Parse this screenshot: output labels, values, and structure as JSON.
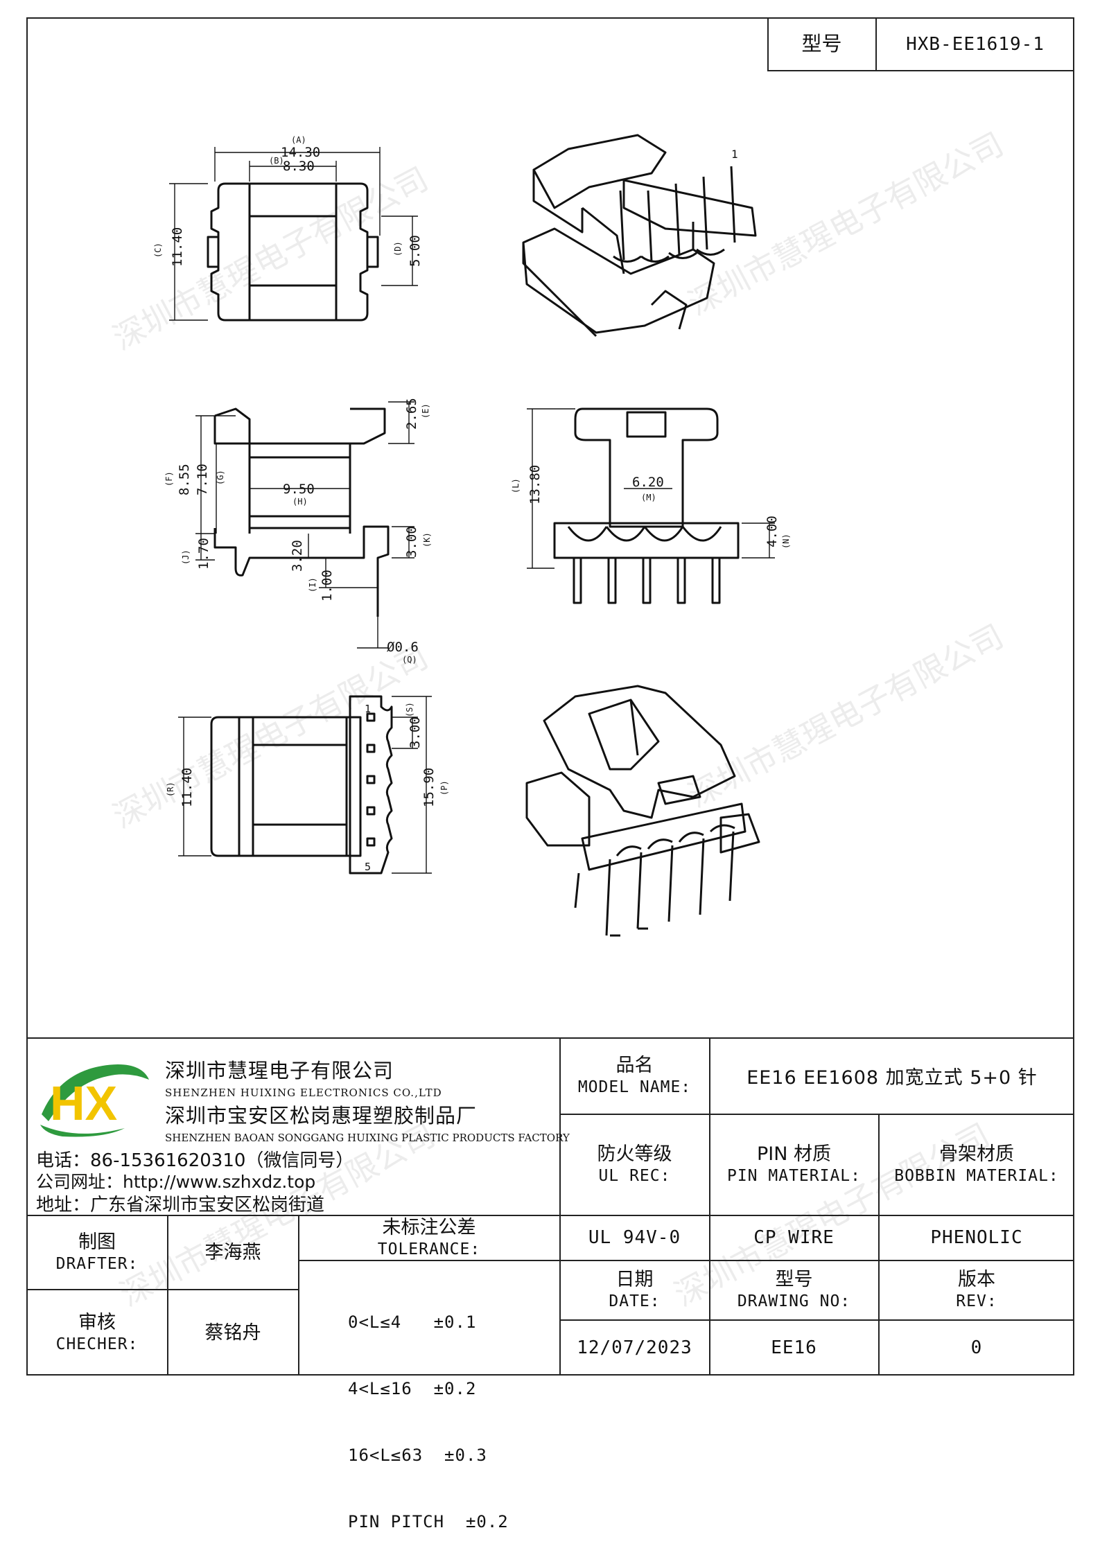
{
  "header": {
    "model_label": "型号",
    "model_value": "HXB-EE1619-1"
  },
  "watermark": "深圳市慧瑆电子有限公司",
  "drawing": {
    "top_view": {
      "dim_a": "14.30",
      "dim_a_tag": "(A)",
      "dim_b": "8.30",
      "dim_b_tag": "(B)",
      "dim_c": "11.40",
      "dim_c_tag": "(C)",
      "dim_d": "5.00",
      "dim_d_tag": "(D)"
    },
    "side_view": {
      "dim_e": "2.65",
      "dim_e_tag": "(E)",
      "dim_f": "8.55",
      "dim_f_tag": "(F)",
      "dim_g": "7.10",
      "dim_g_tag": "(G)",
      "dim_h": "9.50",
      "dim_h_tag": "(H)",
      "dim_j": "1.70",
      "dim_j_tag": "(J)",
      "dim_3_20": "3.20",
      "dim_k": "3.00",
      "dim_k_tag": "(K)",
      "dim_i": "1.00",
      "dim_i_tag": "(I)",
      "dim_q": "Ø0.6",
      "dim_q_tag": "(Q)"
    },
    "front_view": {
      "dim_l": "13.80",
      "dim_l_tag": "(L)",
      "dim_m": "6.20",
      "dim_m_tag": "(M)",
      "dim_n": "4.00",
      "dim_n_tag": "(N)"
    },
    "bottom_view": {
      "dim_r": "11.40",
      "dim_r_tag": "(R)",
      "dim_s": "3.00",
      "dim_s_tag": "(S)",
      "dim_p": "15.90",
      "dim_p_tag": "(P)",
      "pin_first": "1",
      "pin_last": "5"
    },
    "iso_pin_label": "1"
  },
  "company": {
    "name_cn": "深圳市慧瑆电子有限公司",
    "name_en": "SHENZHEN HUIXING ELECTRONICS CO.,LTD",
    "factory_cn": "深圳市宝安区松岗惠瑆塑胶制品厂",
    "factory_en": "SHENZHEN BAOAN SONGGANG HUIXING PLASTIC PRODUCTS FACTORY",
    "phone": "电话：86-15361620310（微信同号）",
    "website": "公司网址：http://www.szhxdz.top",
    "address": "地址：广东省深圳市宝安区松岗街道",
    "logo_text": "HX",
    "colors": {
      "logo_green": "#2e9a3e",
      "logo_yellow": "#f2c400"
    }
  },
  "table": {
    "model_name_cn": "品名",
    "model_name_en": "MODEL NAME:",
    "model_name_value": "EE16 EE1608 加宽立式 5+0 针",
    "ul_cn": "防火等级",
    "ul_en": "UL REC:",
    "pin_mat_cn": "PIN 材质",
    "pin_mat_en": "PIN MATERIAL:",
    "bobbin_mat_cn": "骨架材质",
    "bobbin_mat_en": "BOBBIN MATERIAL:",
    "ul_value": "UL 94V-0",
    "pin_mat_value": "CP WIRE",
    "bobbin_mat_value": "PHENOLIC",
    "drafter_cn": "制图",
    "drafter_en": "DRAFTER:",
    "drafter_name": "李海燕",
    "checker_cn": "审核",
    "checker_en": "CHECHER:",
    "checker_name": "蔡铭舟",
    "tolerance_cn": "未标注公差",
    "tolerance_en": "TOLERANCE:",
    "tolerance_lines": [
      "0<L≤4   ±0.1",
      "4<L≤16  ±0.2",
      "16<L≤63  ±0.3",
      "PIN PITCH  ±0.2"
    ],
    "date_cn": "日期",
    "date_en": "DATE:",
    "date_value": "12/07/2023",
    "drawing_no_cn": "型号",
    "drawing_no_en": "DRAWING NO:",
    "drawing_no_value": "EE16",
    "rev_cn": "版本",
    "rev_en": "REV:",
    "rev_value": "0"
  }
}
